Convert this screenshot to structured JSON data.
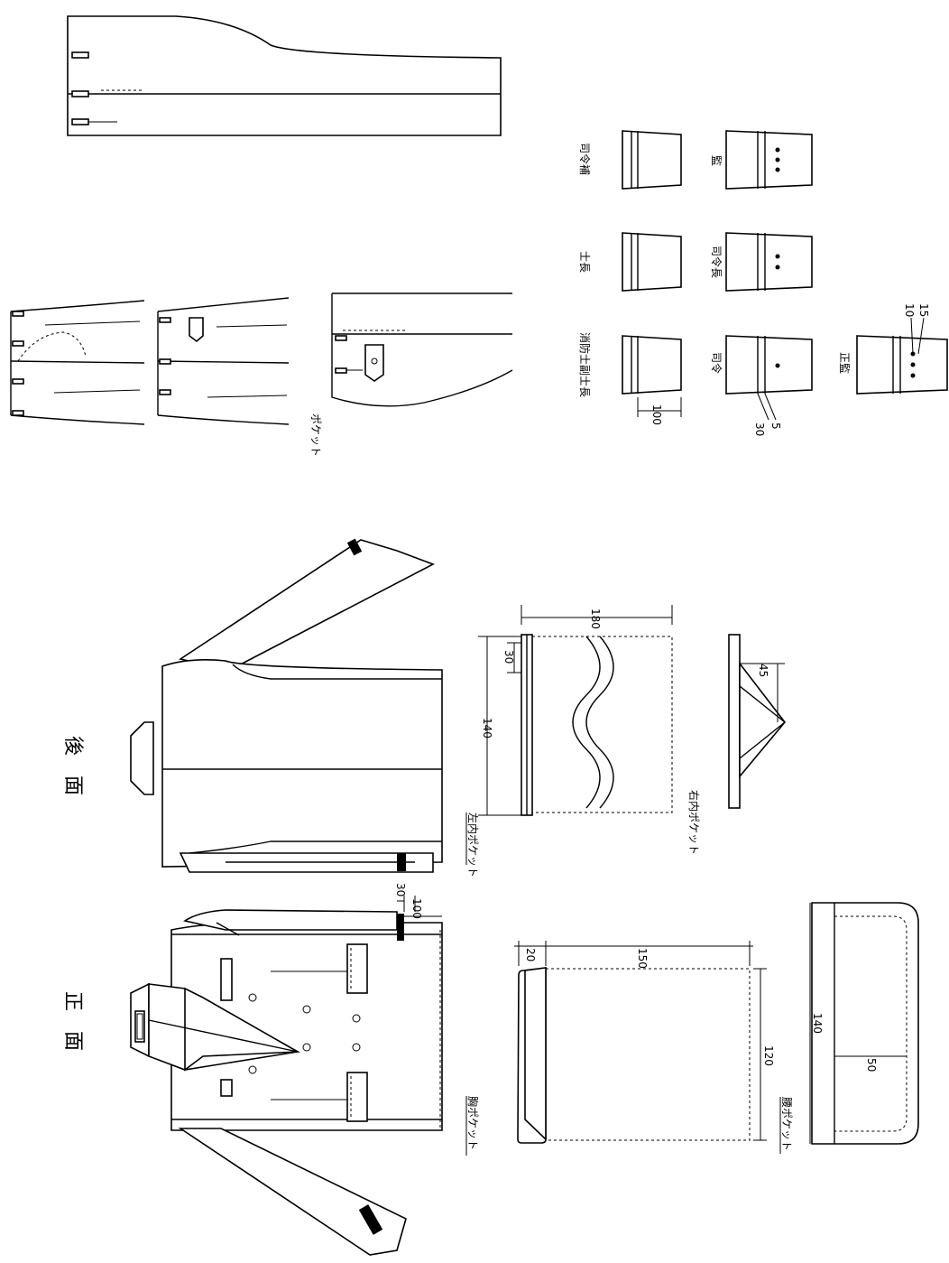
{
  "titles": {
    "front": "正　面",
    "back": "後　面"
  },
  "labels": {
    "chest_pocket": "胸ポケット",
    "waist_pocket": "腰ポケット",
    "left_inner_pocket": "左内ポケット",
    "right_inner_pocket": "右内ポケット",
    "pocket": "ポケット"
  },
  "cuff_ranks": {
    "r1": "司令補",
    "r2": "士長",
    "r3": "消防士副士長",
    "r4": "監",
    "r5": "司令長",
    "r6": "司令",
    "r7": "正監"
  },
  "dims": {
    "d30_sleeve": "30",
    "d100_sleeve": "100",
    "d180": "180",
    "d30_inner": "30",
    "d140_inner": "140",
    "d45": "45",
    "d20": "20",
    "d150": "150",
    "d120": "120",
    "d140_waist": "140",
    "d50": "50",
    "d100_cuff": "100",
    "d30_cuff": "30",
    "d5_cuff": "5",
    "d10_cuff": "10",
    "d15_cuff": "15"
  }
}
